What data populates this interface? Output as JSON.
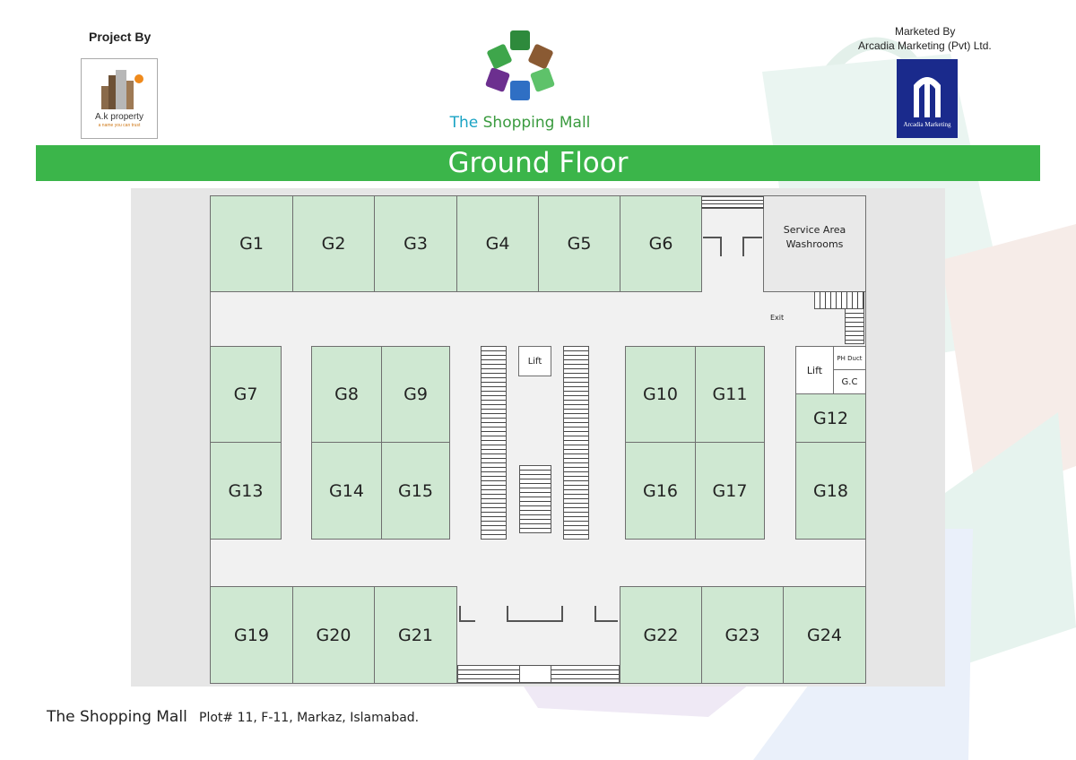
{
  "header": {
    "project_by": "Project By",
    "marketed_by": "Marketed By",
    "marketer_name": "Arcadia Marketing (Pvt) Ltd.",
    "developer_logo_text": "A.k property",
    "developer_logo_tagline": "a name you can trust",
    "marketer_logo_text": "Arcadia Marketing",
    "mall_logo_title": "The Shopping Mall",
    "mall_logo_the": "The",
    "mall_logo_rest": "Shopping Mall"
  },
  "banner": {
    "title": "Ground Floor"
  },
  "plan": {
    "shops": [
      "G1",
      "G2",
      "G3",
      "G4",
      "G5",
      "G6",
      "G7",
      "G8",
      "G9",
      "G10",
      "G11",
      "G12",
      "G13",
      "G14",
      "G15",
      "G16",
      "G17",
      "G18",
      "G19",
      "G20",
      "G21",
      "G22",
      "G23",
      "G24"
    ],
    "service_area_line1": "Service Area",
    "service_area_line2": "Washrooms",
    "exit_label": "Exit",
    "lift_center": "Lift",
    "lift_right": "Lift",
    "ph_duct": "PH Duct",
    "gc": "G.C"
  },
  "footer": {
    "name": "The Shopping Mall",
    "address": "Plot# 11, F-11, Markaz, Islamabad."
  },
  "colors": {
    "banner": "#3bb54a",
    "shop_fill": "#cfe8d2",
    "mall_title_the": "#1aa3c4",
    "mall_title_rest": "#3a9b3f",
    "marketer_blue": "#1a2a8c"
  },
  "icons": [
    "shopping-bags-logo-icon",
    "building-logo-icon",
    "tower-logo-icon"
  ]
}
